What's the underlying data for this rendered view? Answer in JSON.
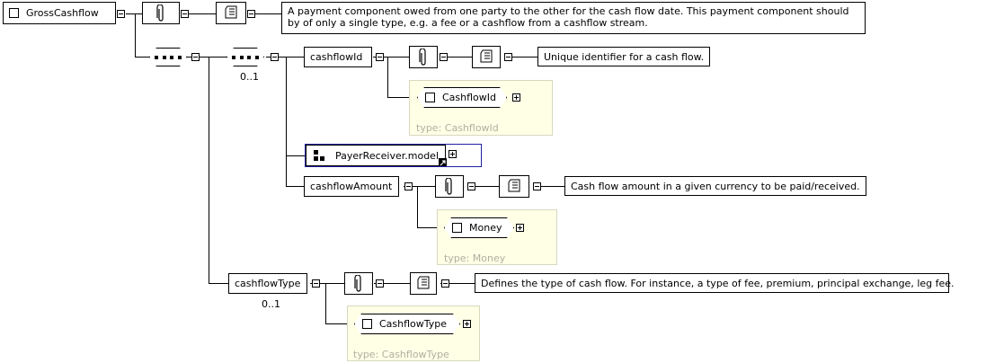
{
  "root": {
    "name": "GrossCashflow",
    "documentation": "A payment component owed from one party to the other for the cash flow date. This payment component should by of only a single type, e.g. a fee or a cashflow from a cashflow stream."
  },
  "cashflowId": {
    "name": "cashflowId",
    "documentation": "Unique identifier for a cash flow.",
    "type_element": "CashflowId",
    "type_label": "type: CashflowId"
  },
  "payerReceiver": {
    "name": "PayerReceiver.model"
  },
  "cashflowAmount": {
    "name": "cashflowAmount",
    "documentation": "Cash flow amount in a given currency to be paid/received.",
    "type_element": "Money",
    "type_label": "type: Money"
  },
  "cashflowType": {
    "name": "cashflowType",
    "documentation": "Defines the type of cash flow. For instance, a type of fee, premium, principal exchange, leg fee.",
    "type_element": "CashflowType",
    "type_label": "type: CashflowType",
    "occurrence": "0..1"
  },
  "inner_sequence": {
    "occurrence": "0..1"
  },
  "icons": {
    "attachment": "paperclip-icon",
    "documentation": "scroll-icon",
    "model": "model-group-icon",
    "link": "link-arrow-icon"
  }
}
